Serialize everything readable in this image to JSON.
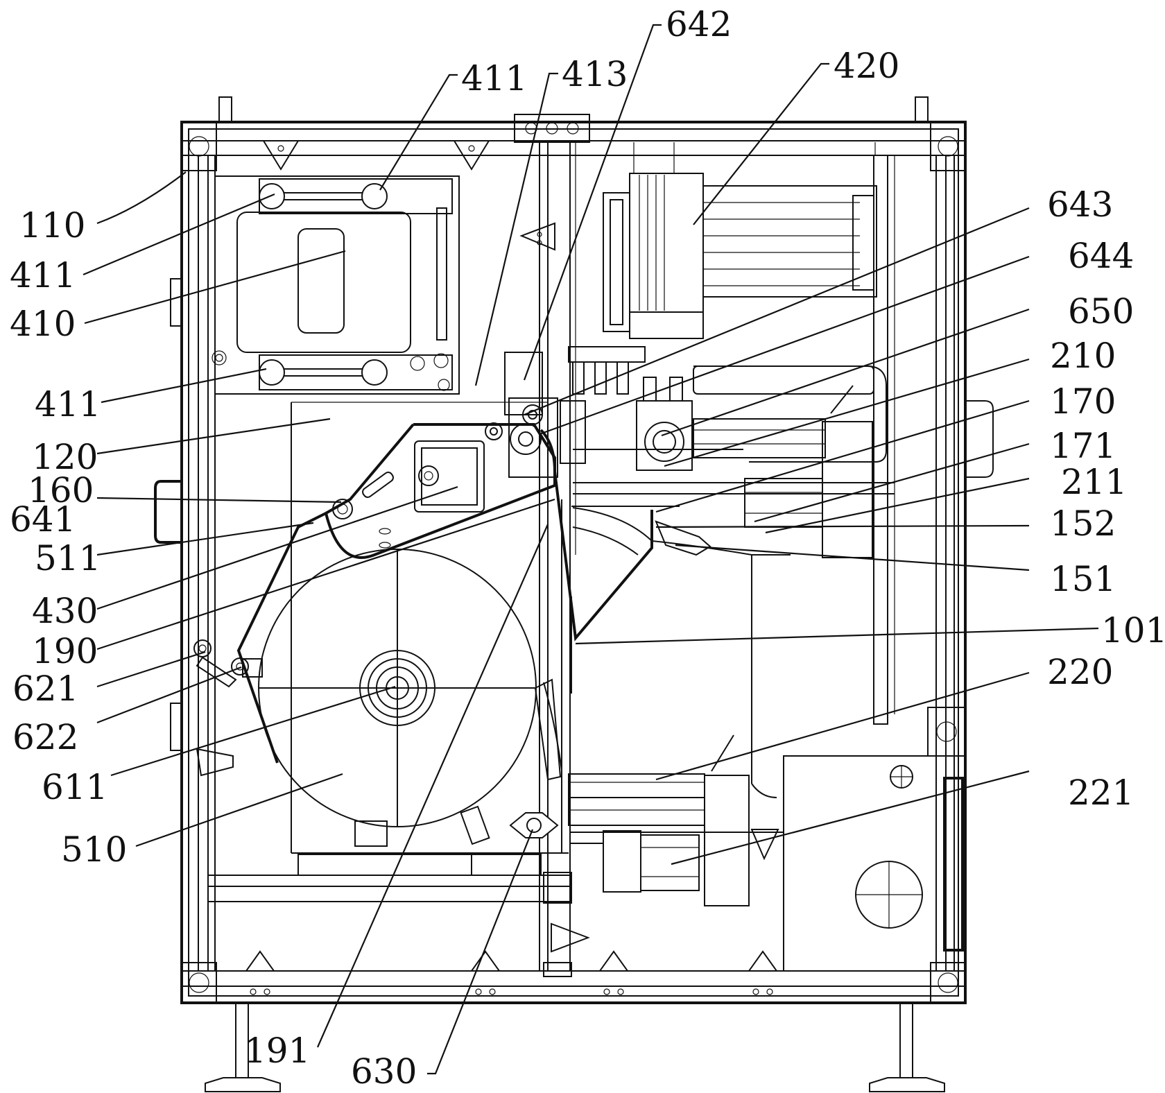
{
  "labels": {
    "l642": "642",
    "l411a": "411",
    "l413": "413",
    "l420": "420",
    "l110": "110",
    "l411b": "411",
    "l410": "410",
    "l643": "643",
    "l644": "644",
    "l650": "650",
    "l210": "210",
    "l170": "170",
    "l411c": "411",
    "l120": "120",
    "l171": "171",
    "l160": "160",
    "l211": "211",
    "l641": "641",
    "l152": "152",
    "l511": "511",
    "l151": "151",
    "l430": "430",
    "l190": "190",
    "l101": "101",
    "l621": "621",
    "l220": "220",
    "l622": "622",
    "l221": "221",
    "l611": "611",
    "l510": "510",
    "l191": "191",
    "l630": "630"
  }
}
